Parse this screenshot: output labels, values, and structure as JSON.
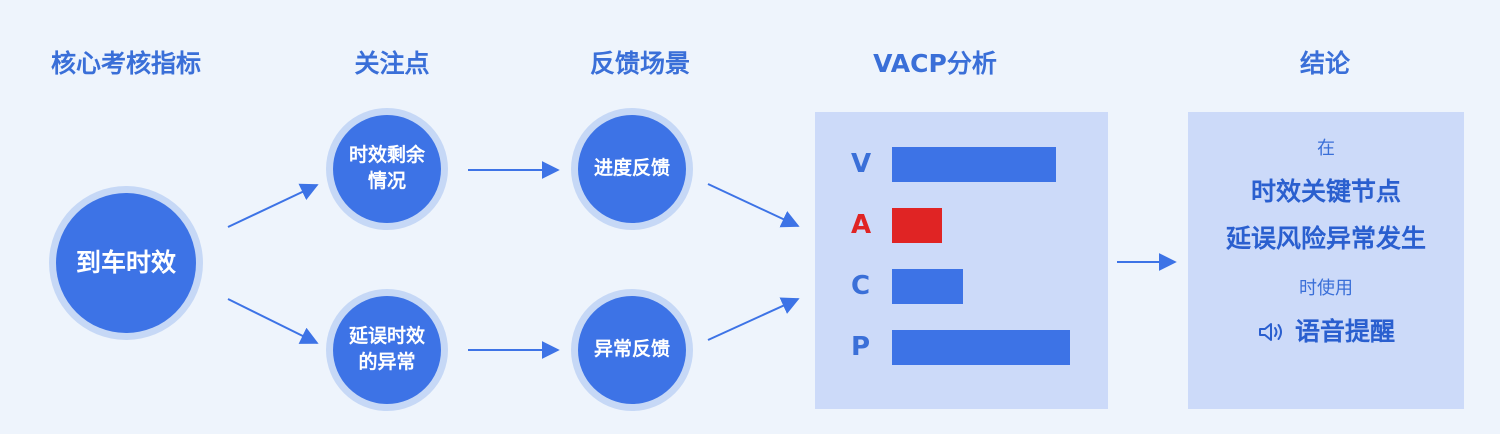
{
  "headers": {
    "kpi": "核心考核指标",
    "focus": "关注点",
    "feedback": "反馈场景",
    "vacp": "VACP分析",
    "conclusion": "结论"
  },
  "kpi_node": {
    "label": "到车时效"
  },
  "focus_nodes": [
    {
      "line1": "时效剩余",
      "line2": "情况"
    },
    {
      "line1": "延误时效",
      "line2": "的异常"
    }
  ],
  "feedback_nodes": [
    {
      "label": "进度反馈"
    },
    {
      "label": "异常反馈"
    }
  ],
  "vacp": {
    "rows": [
      {
        "letter": "V",
        "value": 0.92,
        "highlight": false
      },
      {
        "letter": "A",
        "value": 0.28,
        "highlight": true
      },
      {
        "letter": "C",
        "value": 0.4,
        "highlight": false
      },
      {
        "letter": "P",
        "value": 1.0,
        "highlight": false
      }
    ],
    "colors": {
      "bar": "#3d73e6",
      "alert": "#e02424"
    }
  },
  "conclusion": {
    "prefix": "在",
    "line1": "时效关键节点",
    "line2": "延误风险异常发生",
    "suffix": "时使用",
    "action": "语音提醒",
    "action_icon": "speaker-icon"
  },
  "colors": {
    "background": "#eef4fc",
    "node": "#3d73e6",
    "node_ring": "#c6d8f6",
    "panel": "#ccdaf9",
    "accent": "#3a6fd8"
  }
}
